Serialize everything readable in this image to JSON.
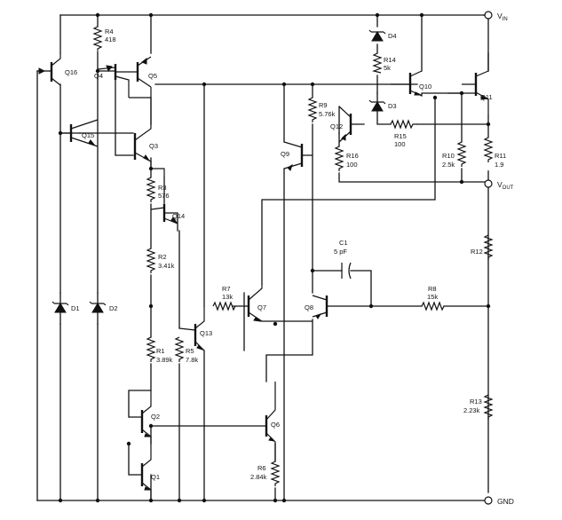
{
  "terminals": {
    "vin": "V",
    "vin_sub": "IN",
    "vout": "V",
    "vout_sub": "OUT",
    "gnd": "GND"
  },
  "transistors": {
    "q1": "Q1",
    "q2": "Q2",
    "q3": "Q3",
    "q4": "Q4",
    "q5": "Q5",
    "q6": "Q6",
    "q7": "Q7",
    "q8": "Q8",
    "q9": "Q9",
    "q10": "Q10",
    "q11": "Q11",
    "q12": "Q12",
    "q13": "Q13",
    "q14": "Q14",
    "q15": "Q15",
    "q16": "Q16"
  },
  "resistors": {
    "r1": {
      "name": "R1",
      "value": "3.89k"
    },
    "r2": {
      "name": "R2",
      "value": "3.41k"
    },
    "r3": {
      "name": "R3",
      "value": "576"
    },
    "r4": {
      "name": "R4",
      "value": "418"
    },
    "r5": {
      "name": "R5",
      "value": "7.8k"
    },
    "r6": {
      "name": "R6",
      "value": "2.84k"
    },
    "r7": {
      "name": "R7",
      "value": "13k"
    },
    "r8": {
      "name": "R8",
      "value": "15k"
    },
    "r9": {
      "name": "R9",
      "value": "5.76k"
    },
    "r10": {
      "name": "R10",
      "value": "2.5k"
    },
    "r11": {
      "name": "R11",
      "value": "1.9"
    },
    "r12": {
      "name": "R12",
      "value": ""
    },
    "r13": {
      "name": "R13",
      "value": "2.23k"
    },
    "r14": {
      "name": "R14",
      "value": "5k"
    },
    "r15": {
      "name": "R15",
      "value": "100"
    },
    "r16": {
      "name": "R16",
      "value": "100"
    }
  },
  "capacitors": {
    "c1": {
      "name": "C1",
      "value": "5 pF"
    }
  },
  "diodes": {
    "d1": "D1",
    "d2": "D2",
    "d3": "D3",
    "d4": "D4"
  }
}
